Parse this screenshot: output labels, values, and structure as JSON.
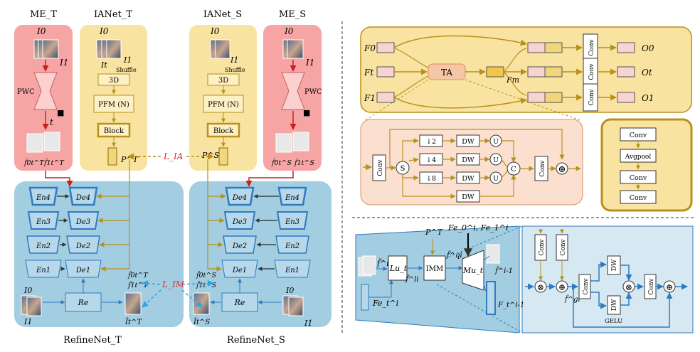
{
  "panels": {
    "me_teacher": "ME_T",
    "ianet_teacher": "IANet_T",
    "ianet_student": "IANet_S",
    "me_student": "ME_S",
    "refinenet_teacher": "RefineNet_T",
    "refinenet_student": "RefineNet_S"
  },
  "inputs": {
    "i0": "I0",
    "i1": "I1",
    "it": "It"
  },
  "modules": {
    "shuffle": "Shuffle",
    "conv3d": "3D",
    "pfm": "PFM (N)",
    "block": "Block",
    "pwc": "PWC",
    "re": "Re"
  },
  "flow_labels": {
    "t": "t",
    "f0t_T": "f̂0t^T",
    "f1t_T": "f̂1t^T",
    "f0t_S": "f̂0t^S",
    "f1t_S": "f̂1t^S",
    "it_T": "Ît^T",
    "it_S": "Ît^S"
  },
  "features": {
    "pt": "P^T",
    "ps": "P^S"
  },
  "losses": {
    "l_ia": "L_IA",
    "l_im": "L_IM"
  },
  "unet": {
    "encoders": [
      "En1",
      "En2",
      "En3",
      "En4"
    ],
    "decoders": [
      "De1",
      "De2",
      "De3",
      "De4"
    ]
  },
  "pfm_detail": {
    "inputs": [
      "F0",
      "Ft",
      "F1"
    ],
    "ta": "TA",
    "fm": "Fm",
    "conv": "Conv",
    "outputs": [
      "O0",
      "Ot",
      "O1"
    ]
  },
  "ta_detail": {
    "conv": "Conv",
    "split": "S",
    "pools": [
      "↓2",
      "↓4",
      "↓8"
    ],
    "dw": "DW",
    "upsample": "U",
    "concat": "C",
    "plus": "⊕"
  },
  "block_detail": [
    "Conv",
    "Avgpool",
    "Conv",
    "Conv"
  ],
  "refine_detail": {
    "f_in": "f̃^i",
    "fe_in": "Fe_t^i",
    "lu": "Lu_t",
    "f_li": "f̃^li",
    "pt": "P^T",
    "fe01": "Fe_0^i, Fe_1^i",
    "imm": "IMM",
    "f_qi": "f̃^qi",
    "mu": "Mu_t",
    "f_out": "f̃^i-1",
    "ft_out": "F_t^i-1"
  },
  "imm_detail": {
    "conv": "Conv",
    "f_gi": "f̃^gi",
    "dw": "DW",
    "gelu": "GELU",
    "mul": "⊗",
    "plus": "⊕"
  },
  "colors": {
    "pink": "#f6a5a4",
    "yellow": "#f8e3a0",
    "blue": "#a3cde0",
    "loss_red": "#e8282b",
    "arrow_blue": "#2f7bbf",
    "dashed_blue": "#2ea6e6",
    "gold": "#b8901a"
  }
}
